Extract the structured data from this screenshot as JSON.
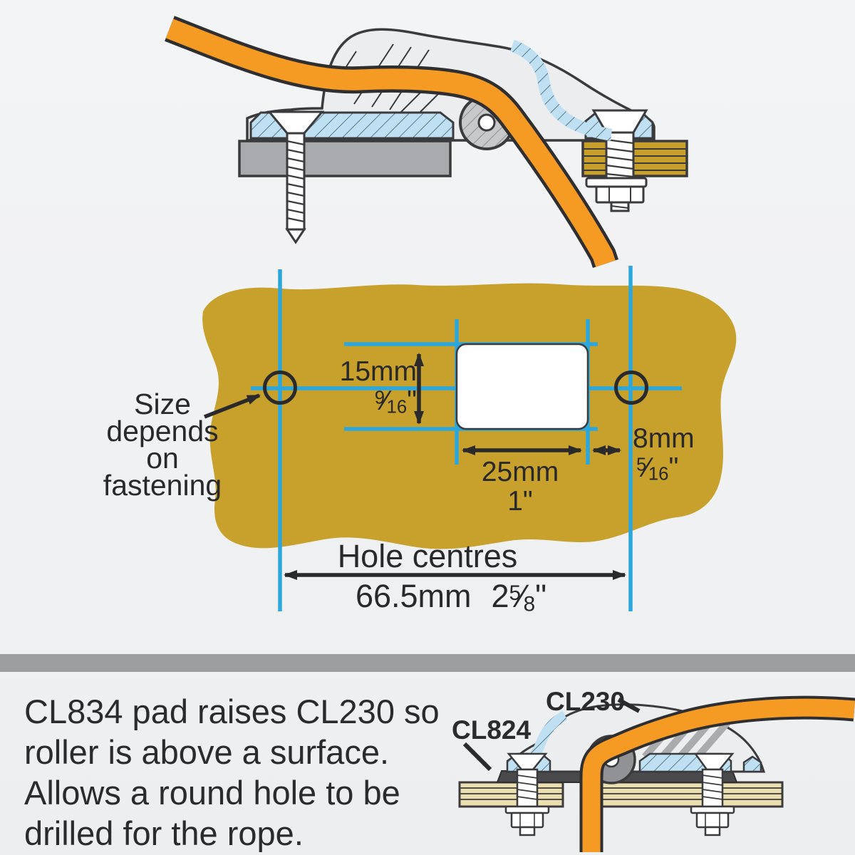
{
  "template": {
    "size_note": {
      "lines": [
        "Size",
        "depends",
        "on",
        "fastening"
      ]
    },
    "dim_height": {
      "metric": "15mm",
      "inch_num": "9",
      "inch_den": "16",
      "inch_mark": "\""
    },
    "dim_width": {
      "metric": "25mm",
      "inch": "1\""
    },
    "dim_edge": {
      "metric": "8mm",
      "inch_num": "5",
      "inch_den": "16",
      "inch_mark": "\""
    },
    "hole_centres": {
      "title": "Hole centres",
      "metric": "66.5mm",
      "inch_whole": "2",
      "inch_num": "5",
      "inch_den": "8",
      "inch_mark": "\""
    }
  },
  "footer": {
    "lines": [
      "CL834 pad raises CL230 so",
      "roller is above a surface.",
      "Allows a round hole to be",
      "drilled for the rope."
    ],
    "label_cleat": "CL230",
    "label_pad": "CL824"
  },
  "icons": {
    "top_illustration": "cleat-cross-section-with-screw-and-bolt",
    "bottom_illustration": "cleat-on-pad-cross-section",
    "rope": "orange-rope",
    "roller": "rope-roller"
  },
  "colors": {
    "background": "#F1F2F4",
    "template_surface": "#C7A12B",
    "crosshair_blue": "#2BA7DD",
    "rope_orange": "#F59A23",
    "pad_light_blue": "#BFE0F2",
    "mount_surface_gray": "#A8AAAD",
    "wood_top": "#C79F2A",
    "wood_bottom": "#EBDFB0",
    "pad_dark": "#4A4A4C",
    "divider_gray": "#9C9EA0",
    "text": "#29292B",
    "outline": "#3B3B3D"
  }
}
